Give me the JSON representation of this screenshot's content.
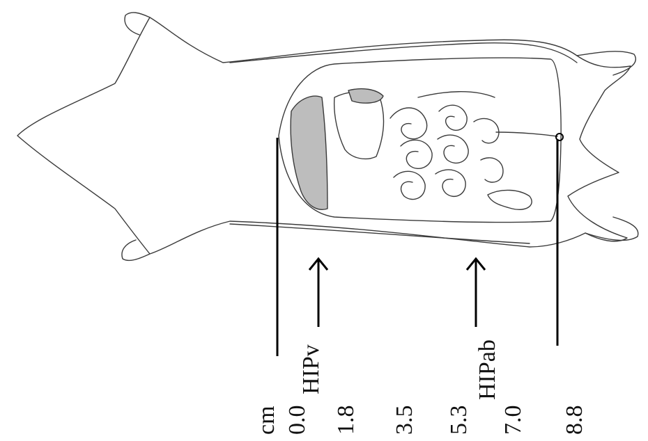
{
  "figure": {
    "scale": {
      "unit_label": "cm",
      "ticks": [
        "0.0",
        "1.8",
        "3.5",
        "5.3",
        "7.0",
        "8.8"
      ]
    },
    "injections": [
      {
        "label": "HIPv"
      },
      {
        "label": "HIPab"
      }
    ],
    "colors": {
      "outline": "#3a3a3a",
      "liver": "#bdbdbd",
      "ink": "#000000"
    }
  }
}
